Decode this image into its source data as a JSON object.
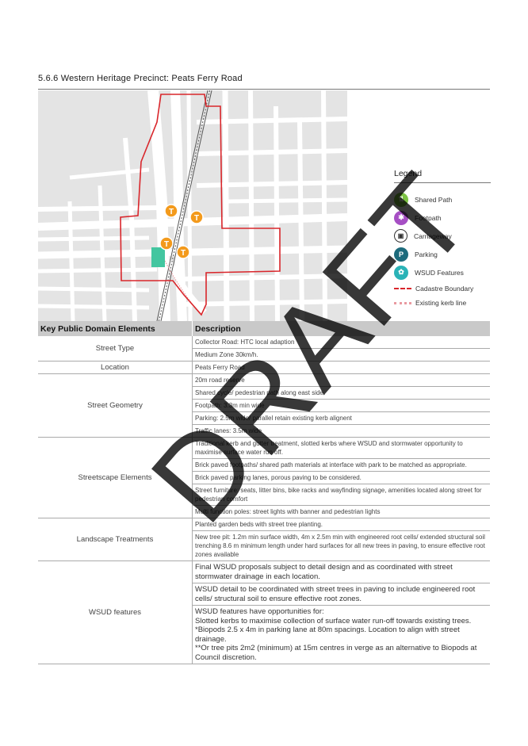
{
  "heading": "5.6.6 Western Heritage Precinct: Peats Ferry Road",
  "legend": {
    "title": "Legend",
    "items": [
      {
        "label": "Shared Path",
        "icon": "shared-path-icon",
        "color": "#7cc243"
      },
      {
        "label": "Footpath",
        "icon": "pedestrian-icon",
        "color": "#a64fc4"
      },
      {
        "label": "Carriageway",
        "icon": "car-icon",
        "color": "#ffffff"
      },
      {
        "label": "Parking",
        "icon": "parking-icon",
        "color": "#1d6b7c"
      },
      {
        "label": "WSUD Features",
        "icon": "leaf-icon",
        "color": "#2ab3b7"
      },
      {
        "label": "Cadastre Boundary",
        "icon": "dash-dot-line-icon",
        "color": "#d9262b"
      },
      {
        "label": "Existing kerb line",
        "icon": "dotted-line-icon",
        "color": "#e99aa0"
      }
    ]
  },
  "map": {
    "marker_label": "T",
    "marker_color": "#f39a1c",
    "boundary_color": "#d9262b",
    "wsud_color": "#43c6a0"
  },
  "table": {
    "headers": [
      "Key Public Domain Elements",
      "Description"
    ],
    "rows": [
      {
        "category": "Street Type",
        "items": [
          "Collector Road: HTC local adaption",
          "Medium Zone 30km/h."
        ]
      },
      {
        "category": "Location",
        "items": [
          "Peats Ferry Road"
        ]
      },
      {
        "category": "Street Geometry",
        "items": [
          "20m road reserve",
          "Shared cycle/ pedestrian path along east side.",
          "Footpath: 3.3m min wide",
          "Parking: 2.5m wide/ parallel retain existing kerb alignent",
          "Traffic lanes: 3.5m wide"
        ]
      },
      {
        "category": "Streetscape Elements",
        "items": [
          "Traditional kerb and gutter treatment, slotted kerbs where WSUD and stormwater opportunity to maximise surface water run off.",
          "Brick paved footpaths/ shared path materials at interface with park to be matched as appropriate.",
          "Brick paved parking lanes, porous paving to be considered.",
          "Street furniture: seats, litter bins, bike racks and wayfinding signage, amenities located along street for pedestrian comfort",
          "Multi function poles: street lights with banner and pedestrian lights"
        ]
      },
      {
        "category": "Landscape Treatments",
        "items": [
          "Planted garden beds with street tree planting.",
          "New tree pit: 1.2m min surface width, 4m x 2.5m min with engineered root cells/ extended structural soil trenching 8.6 m minimum length under hard surfaces for all new trees in paving, to ensure effective root zones available"
        ]
      },
      {
        "category": "WSUD features",
        "items": [
          "Final WSUD proposals subject to detail design and as coordinated with street stormwater drainage in each location.",
          "WSUD detail to be coordinated with street trees in paving to include engineered root cells/ structural soil to ensure effective root zones.",
          "WSUD features have opportunities for:\nSlotted kerbs to maximise collection of surface water run-off towards existing trees.\n*Biopods 2.5 x 4m in parking lane at 80m spacings. Location to align with street drainage.\n**Or tree pits 2m2 (minimum) at 15m centres in verge as an alternative to Biopods at Council discretion."
        ]
      }
    ]
  },
  "watermark": "DRAFT"
}
